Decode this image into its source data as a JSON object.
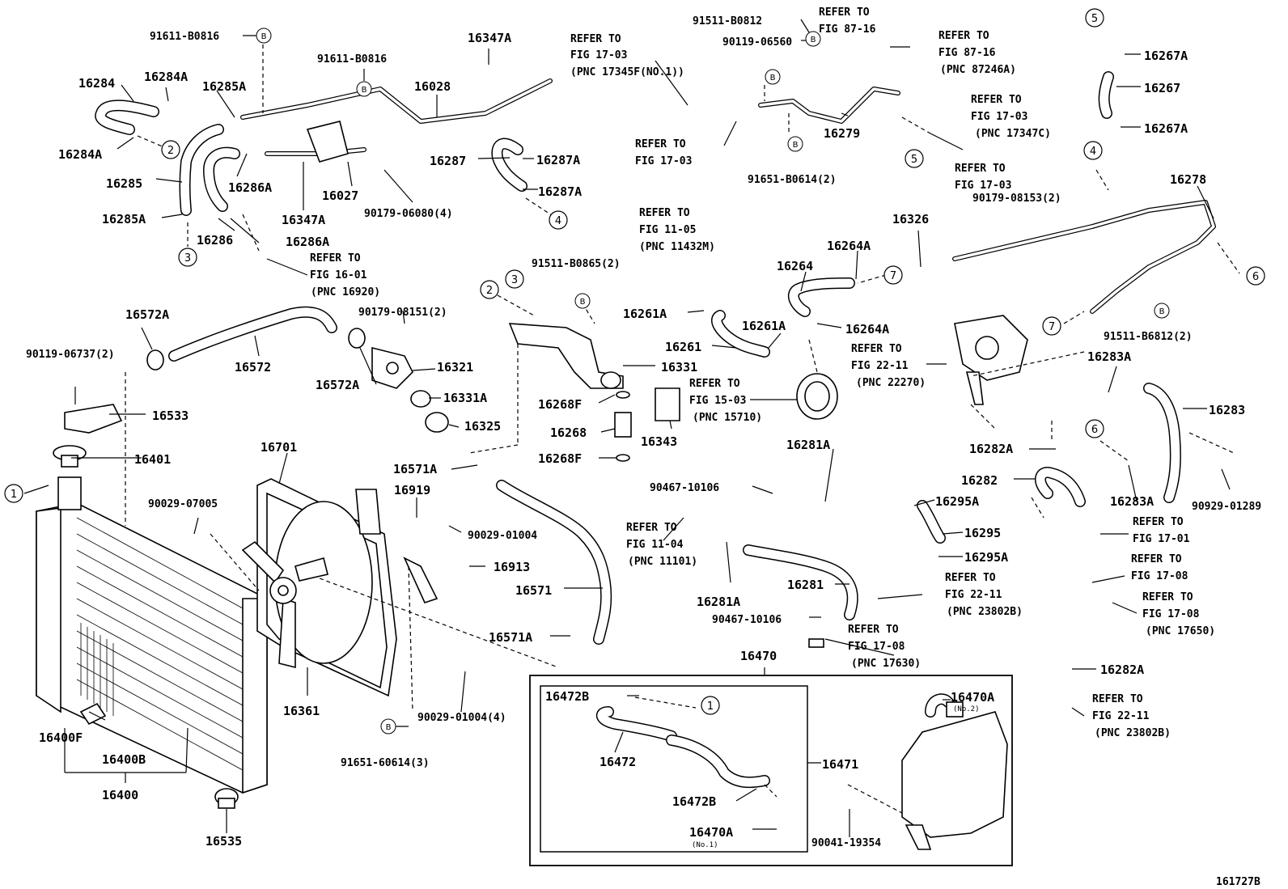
{
  "figure_code": "161727B",
  "callouts": {
    "c16284": "16284",
    "c16284A_1": "16284A",
    "c16284A_2": "16284A",
    "c16285A_1": "16285A",
    "c16285": "16285",
    "c16285A_2": "16285A",
    "c16286A_1": "16286A",
    "c16286": "16286",
    "c16286A_2": "16286A",
    "c91611_top": "91611-B0816",
    "c91611_mid": "91611-B0816",
    "c16028": "16028",
    "c16347A_1": "16347A",
    "c16347A_2": "16347A",
    "c16027": "16027",
    "c90179_06080": "90179-06080(4)",
    "c16287": "16287",
    "c16287A_1": "16287A",
    "c16287A_2": "16287A",
    "c91511_B0812": "91511-B0812",
    "c90119_06560": "90119-06560",
    "c16279": "16279",
    "c91651_B0614": "91651-B0614(2)",
    "c16267A_1": "16267A",
    "c16267": "16267",
    "c16267A_2": "16267A",
    "c16278": "16278",
    "c90179_08153": "90179-08153(2)",
    "c16326": "16326",
    "c16264A_1": "16264A",
    "c16264": "16264",
    "c16264A_2": "16264A",
    "c91511_B6812": "91511-B6812(2)",
    "c16261A_1": "16261A",
    "c16261": "16261",
    "c16261A_2": "16261A",
    "c91511_B0865": "91511-B0865(2)",
    "c16572A_1": "16572A",
    "c16572": "16572",
    "c16572A_2": "16572A",
    "c90119_06737": "90119-06737(2)",
    "c90179_08151": "90179-08151(2)",
    "c16321": "16321",
    "c16331A": "16331A",
    "c16325": "16325",
    "c16331": "16331",
    "c16268F_1": "16268F",
    "c16268": "16268",
    "c16268F_2": "16268F",
    "c16343": "16343",
    "c16533": "16533",
    "c16401": "16401",
    "c16701": "16701",
    "c90029_07005": "90029-07005",
    "c16571A_1": "16571A",
    "c16919": "16919",
    "c90029_01004": "90029-01004",
    "c16913": "16913",
    "c16571": "16571",
    "c16571A_2": "16571A",
    "c16361": "16361",
    "c90029_01004_4": "90029-01004(4)",
    "c91651_60614": "91651-60614(3)",
    "c16400F": "16400F",
    "c16400B": "16400B",
    "c16400": "16400",
    "c16535": "16535",
    "c16283A_1": "16283A",
    "c16283": "16283",
    "c16282A_1": "16282A",
    "c16282": "16282",
    "c16283A_2": "16283A",
    "c90929_01289": "90929-01289",
    "c16282A_2": "16282A",
    "c16281A_1": "16281A",
    "c90467_10106_1": "90467-10106",
    "c16295A_1": "16295A",
    "c16295": "16295",
    "c16295A_2": "16295A",
    "c16281": "16281",
    "c16281A_2": "16281A",
    "c90467_10106_2": "90467-10106",
    "c16470": "16470",
    "c16472B_1": "16472B",
    "c16472": "16472",
    "c16472B_2": "16472B",
    "c16470A_1": "16470A",
    "c16470A_1_sub": "(No.1)",
    "c16470A_2": "16470A",
    "c16470A_2_sub": "(No.2)",
    "c16471": "16471",
    "c90041_19354": "90041-19354"
  },
  "references": {
    "r1_1": "REFER TO",
    "r1_2": "FIG 17-03",
    "r1_3": "(PNC 17345F(NO.1))",
    "r2_1": "REFER TO",
    "r2_2": "FIG 17-03",
    "r3_1": "REFER TO",
    "r3_2": "FIG 87-16",
    "r4_1": "REFER TO",
    "r4_2": "FIG 87-16",
    "r4_3": "(PNC 87246A)",
    "r5_1": "REFER TO",
    "r5_2": "FIG 17-03",
    "r5_3": "(PNC 17347C)",
    "r6_1": "REFER TO",
    "r6_2": "FIG 17-03",
    "r7_1": "REFER TO",
    "r7_2": "FIG 16-01",
    "r7_3": "(PNC 16920)",
    "r8_1": "REFER TO",
    "r8_2": "FIG 11-05",
    "r8_3": "(PNC 11432M)",
    "r9_1": "REFER TO",
    "r9_2": "FIG 22-11",
    "r9_3": "(PNC 22270)",
    "r10_1": "REFER TO",
    "r10_2": "FIG 15-03",
    "r10_3": "(PNC 15710)",
    "r11_1": "REFER TO",
    "r11_2": "FIG 11-04",
    "r11_3": "(PNC 11101)",
    "r12_1": "REFER TO",
    "r12_2": "FIG 17-01",
    "r13_1": "REFER TO",
    "r13_2": "FIG 17-08",
    "r14_1": "REFER TO",
    "r14_2": "FIG 17-08",
    "r14_3": "(PNC 17650)",
    "r15_1": "REFER TO",
    "r15_2": "FIG 22-11",
    "r15_3": "(PNC 23802B)",
    "r16_1": "REFER TO",
    "r16_2": "FIG 17-08",
    "r16_3": "(PNC 17630)",
    "r17_1": "REFER TO",
    "r17_2": "FIG 22-11",
    "r17_3": "(PNC 23802B)"
  },
  "markers": {
    "n1": "1",
    "n2": "2",
    "n3": "3",
    "n4": "4",
    "n5": "5",
    "n6": "6",
    "n7": "7",
    "b": "B"
  }
}
